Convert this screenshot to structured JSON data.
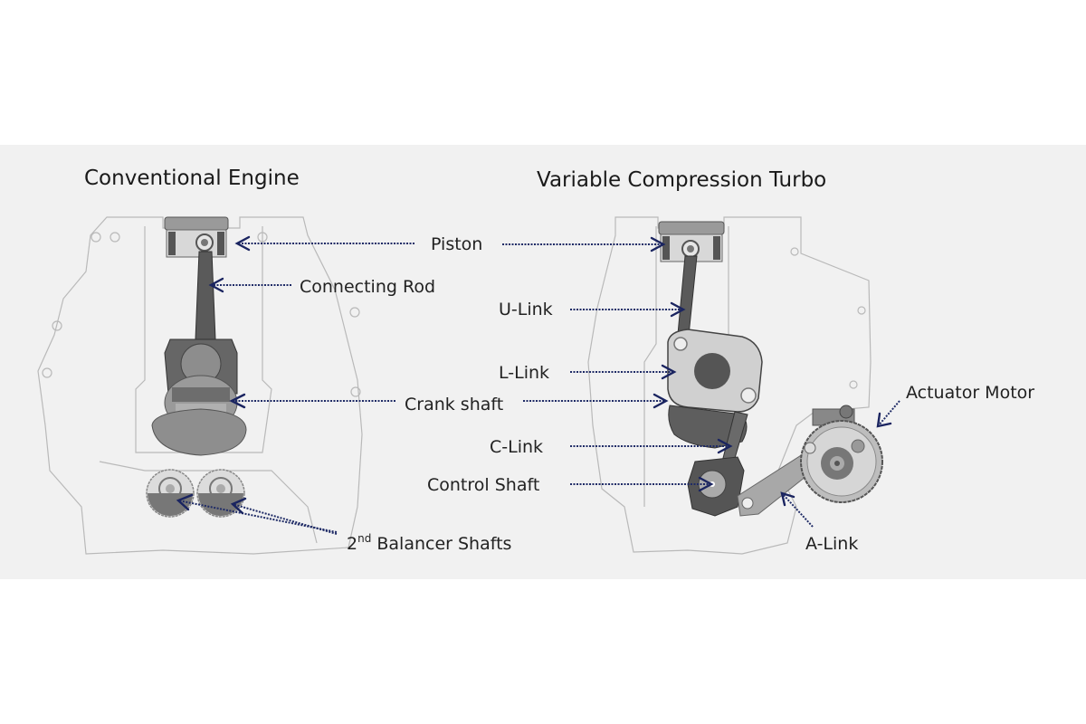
{
  "titles": {
    "left": "Conventional Engine",
    "right": "Variable Compression Turbo"
  },
  "labels": {
    "piston": "Piston",
    "connecting_rod": "Connecting Rod",
    "u_link": "U-Link",
    "l_link": "L-Link",
    "crank_shaft": "Crank shaft",
    "c_link": "C-Link",
    "control_shaft": "Control Shaft",
    "balancer_prefix": "2",
    "balancer_sup": "nd",
    "balancer_rest": " Balancer Shafts",
    "actuator_motor": "Actuator Motor",
    "a_link": "A-Link"
  },
  "colors": {
    "panel_bg": "#f1f1f1",
    "arrow": "#1f2b66",
    "part_dark": "#5a5a5a",
    "part_mid": "#8a8a8a",
    "part_light": "#b5b5b5"
  }
}
